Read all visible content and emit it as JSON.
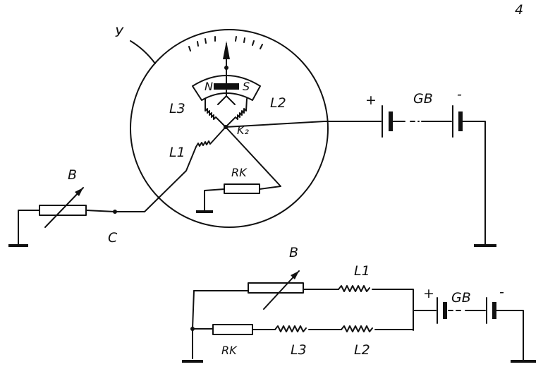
{
  "page_number": "4",
  "instrument": {
    "label": "У"
  },
  "top_circuit": {
    "labels": {
      "L1": "L1",
      "L2": "L2",
      "L3": "L3",
      "N": "N",
      "S": "S",
      "K2": "K₂",
      "RK": "RK",
      "B": "B",
      "C": "C",
      "GB": "GB",
      "plus": "+",
      "minus": "-"
    }
  },
  "bottom_circuit": {
    "labels": {
      "B": "B",
      "L1": "L1",
      "RK": "RK",
      "L3": "L3",
      "L2": "L2",
      "GB": "GB",
      "plus": "+",
      "minus": "-"
    }
  }
}
